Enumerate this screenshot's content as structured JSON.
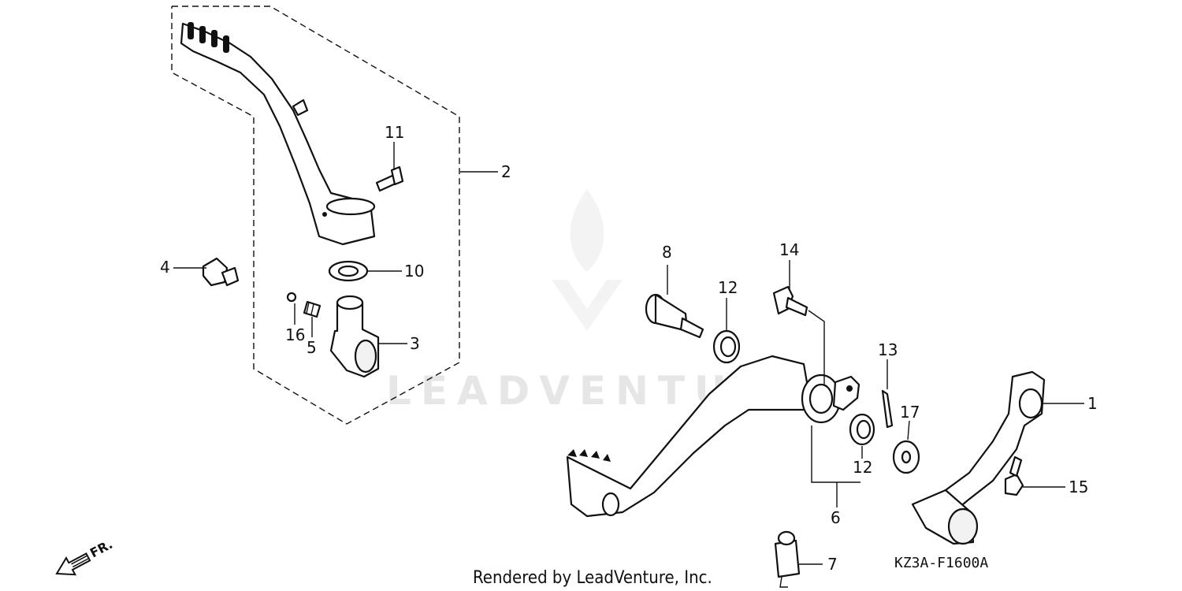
{
  "diagram": {
    "code": "KZ3A-F1600A",
    "footer": "Rendered by LeadVenture, Inc.",
    "watermark": "LEADVENTURE",
    "front_marker": "FR.",
    "callouts": {
      "c1": "1",
      "c2": "2",
      "c3": "3",
      "c4": "4",
      "c5": "5",
      "c6": "6",
      "c7": "7",
      "c8": "8",
      "c10": "10",
      "c11": "11",
      "c12a": "12",
      "c12b": "12",
      "c13": "13",
      "c14": "14",
      "c15": "15",
      "c16": "16",
      "c17": "17"
    }
  }
}
